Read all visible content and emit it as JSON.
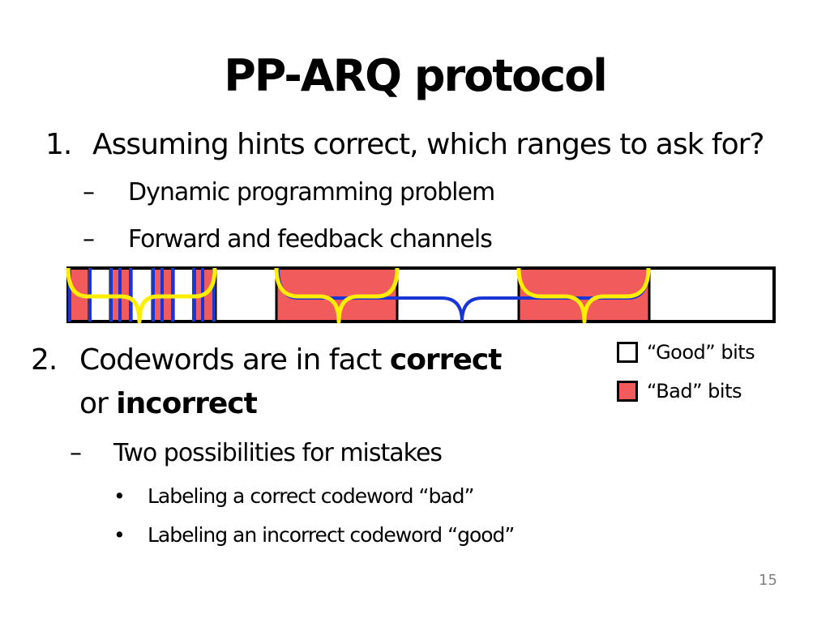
{
  "slide": {
    "title": "PP-ARQ protocol",
    "page_number": "15"
  },
  "items": [
    {
      "number": "1.",
      "text": "Assuming hints correct, which ranges to ask for?",
      "subitems": [
        {
          "marker": "–",
          "text": "Dynamic programming problem"
        },
        {
          "marker": "–",
          "text": "Forward and feedback channels"
        }
      ]
    },
    {
      "number": "2.",
      "line1_text": "Codewords are in fact ",
      "line1_bold": "correct",
      "line2_text": "or ",
      "line2_bold": "incorrect",
      "subitems": [
        {
          "marker": "–",
          "text": "Two possibilities for mistakes"
        }
      ],
      "bullets": [
        {
          "marker": "•",
          "text": "Labeling a correct codeword “bad”"
        },
        {
          "marker": "•",
          "text": "Labeling an incorrect codeword “good”"
        }
      ]
    }
  ],
  "legend": {
    "good_label": "“Good” bits",
    "bad_label": "“Bad” bits"
  },
  "colors": {
    "good": "#ffffff",
    "bad": "#f25b5b",
    "feedback_brace": "#1a35d6",
    "forward_brace": "#ffee00",
    "outline": "#000000"
  }
}
